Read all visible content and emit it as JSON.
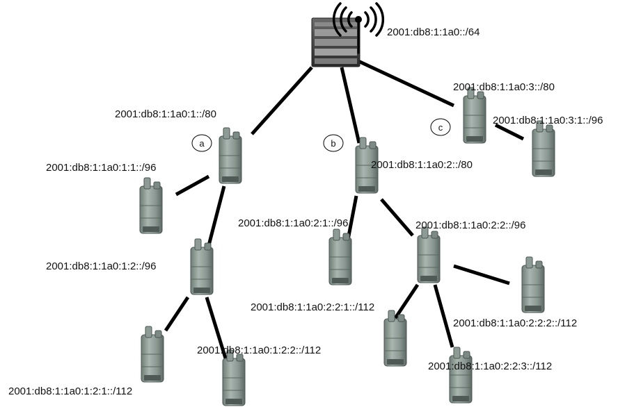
{
  "diagram": {
    "root": {
      "label": "2001:db8:1:1a0::/64",
      "icon": "wireless-router-icon"
    },
    "nodes": [
      {
        "id": "a",
        "label": "2001:db8:1:1a0:1::/80",
        "marker": "a"
      },
      {
        "id": "b",
        "label": "2001:db8:1:1a0:2::/80",
        "marker": "b"
      },
      {
        "id": "c",
        "label": "2001:db8:1:1a0:3::/80",
        "marker": "c"
      },
      {
        "id": "a1",
        "label": "2001:db8:1:1a0:1:1::/96"
      },
      {
        "id": "a2",
        "label": "2001:db8:1:1a0:1:2::/96"
      },
      {
        "id": "a21",
        "label": "2001:db8:1:1a0:1:2:1::/112"
      },
      {
        "id": "a22",
        "label": "2001:db8:1:1a0:1:2:2::/112"
      },
      {
        "id": "b1",
        "label": "2001:db8:1:1a0:2:1::/96"
      },
      {
        "id": "b2",
        "label": "2001:db8:1:1a0:2:2::/96"
      },
      {
        "id": "b21",
        "label": "2001:db8:1:1a0:2:2:1::/112"
      },
      {
        "id": "b22",
        "label": "2001:db8:1:1a0:2:2:2::/112"
      },
      {
        "id": "b23",
        "label": "2001:db8:1:1a0:2:2:3::/112"
      },
      {
        "id": "c1",
        "label": "2001:db8:1:1a0:3:1::/96"
      }
    ],
    "edges": [
      [
        "root",
        "a"
      ],
      [
        "root",
        "b"
      ],
      [
        "root",
        "c"
      ],
      [
        "a",
        "a1"
      ],
      [
        "a",
        "a2"
      ],
      [
        "a2",
        "a21"
      ],
      [
        "a2",
        "a22"
      ],
      [
        "b",
        "b1"
      ],
      [
        "b",
        "b2"
      ],
      [
        "b2",
        "b21"
      ],
      [
        "b2",
        "b22"
      ],
      [
        "b2",
        "b23"
      ],
      [
        "c",
        "c1"
      ]
    ],
    "device_icon": "handheld-device-icon"
  }
}
